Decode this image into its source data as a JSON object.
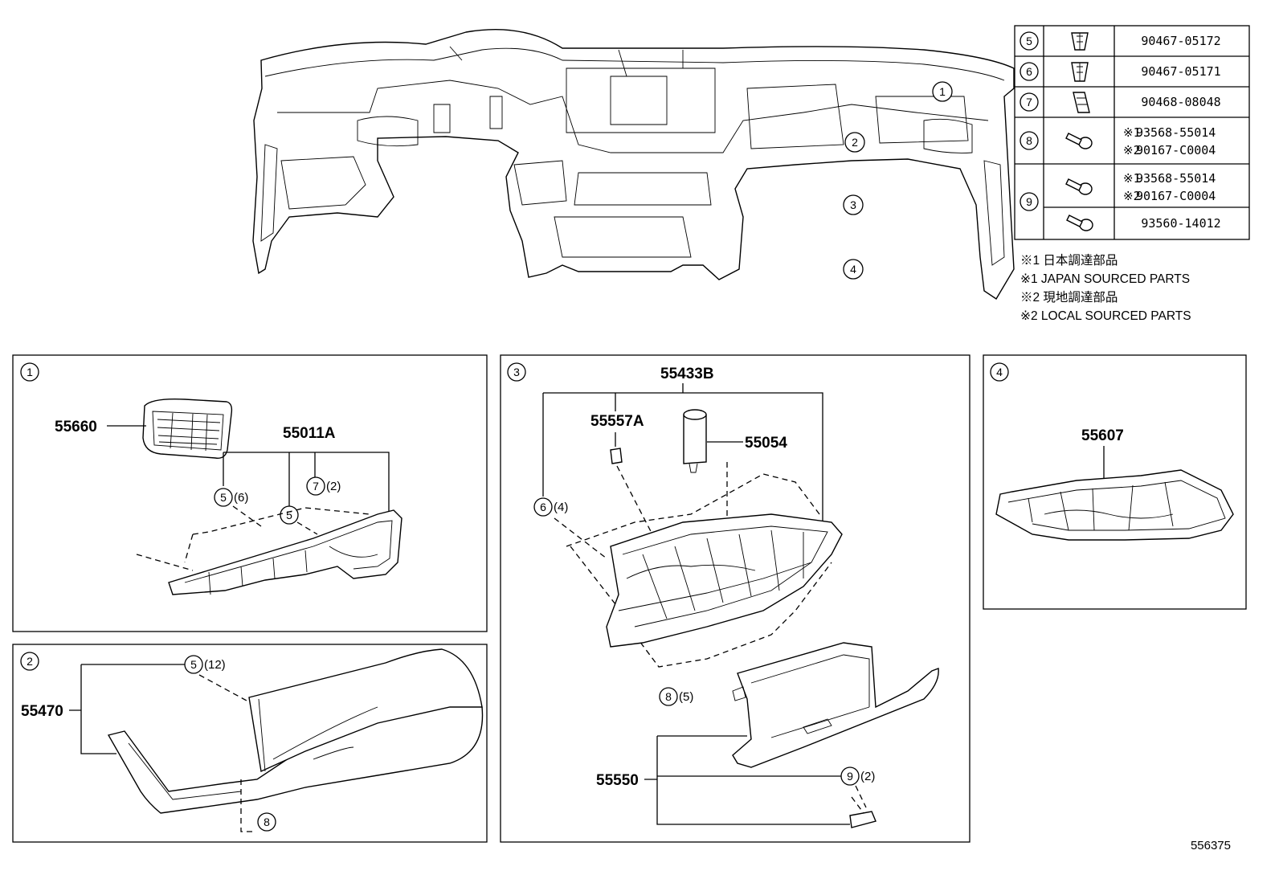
{
  "diagram_id": "556375",
  "callouts": {
    "c1": "1",
    "c2": "2",
    "c3": "3",
    "c4": "4",
    "c5": "5",
    "c6": "6",
    "c7": "7",
    "c8": "8",
    "c9": "9"
  },
  "fastener_table": {
    "rows": [
      {
        "num": "5",
        "icon": "clip-icon",
        "part": "90467-05172"
      },
      {
        "num": "6",
        "icon": "clip-icon",
        "part": "90467-05171"
      },
      {
        "num": "7",
        "icon": "clip-icon",
        "part": "90468-08048"
      },
      {
        "num": "8",
        "icon": "screw-icon",
        "part_a": "93568-55014",
        "part_b": "90167-C0004",
        "mark_a": "※1",
        "mark_b": "※2"
      },
      {
        "num": "9",
        "icon": "screw-icon",
        "part_a": "93568-55014",
        "part_b": "90167-C0004",
        "mark_a": "※1",
        "mark_b": "※2",
        "part_c": "93560-14012"
      }
    ]
  },
  "notes": [
    "※1 日本調達部品",
    "※1 JAPAN SOURCED PARTS",
    "※2 現地調達部品",
    "※2 LOCAL SOURCED PARTS"
  ],
  "panel1": {
    "vent": "55660",
    "trim": "55011A",
    "qty_5a": "(6)",
    "qty_7": "(2)"
  },
  "panel2": {
    "pad": "55470",
    "qty_5": "(12)"
  },
  "panel3": {
    "assembly": "55433B",
    "latch": "55557A",
    "damper": "55054",
    "box": "55550",
    "qty_6": "(4)",
    "qty_8": "(5)",
    "qty_9": "(2)"
  },
  "panel4": {
    "cover": "55607"
  }
}
